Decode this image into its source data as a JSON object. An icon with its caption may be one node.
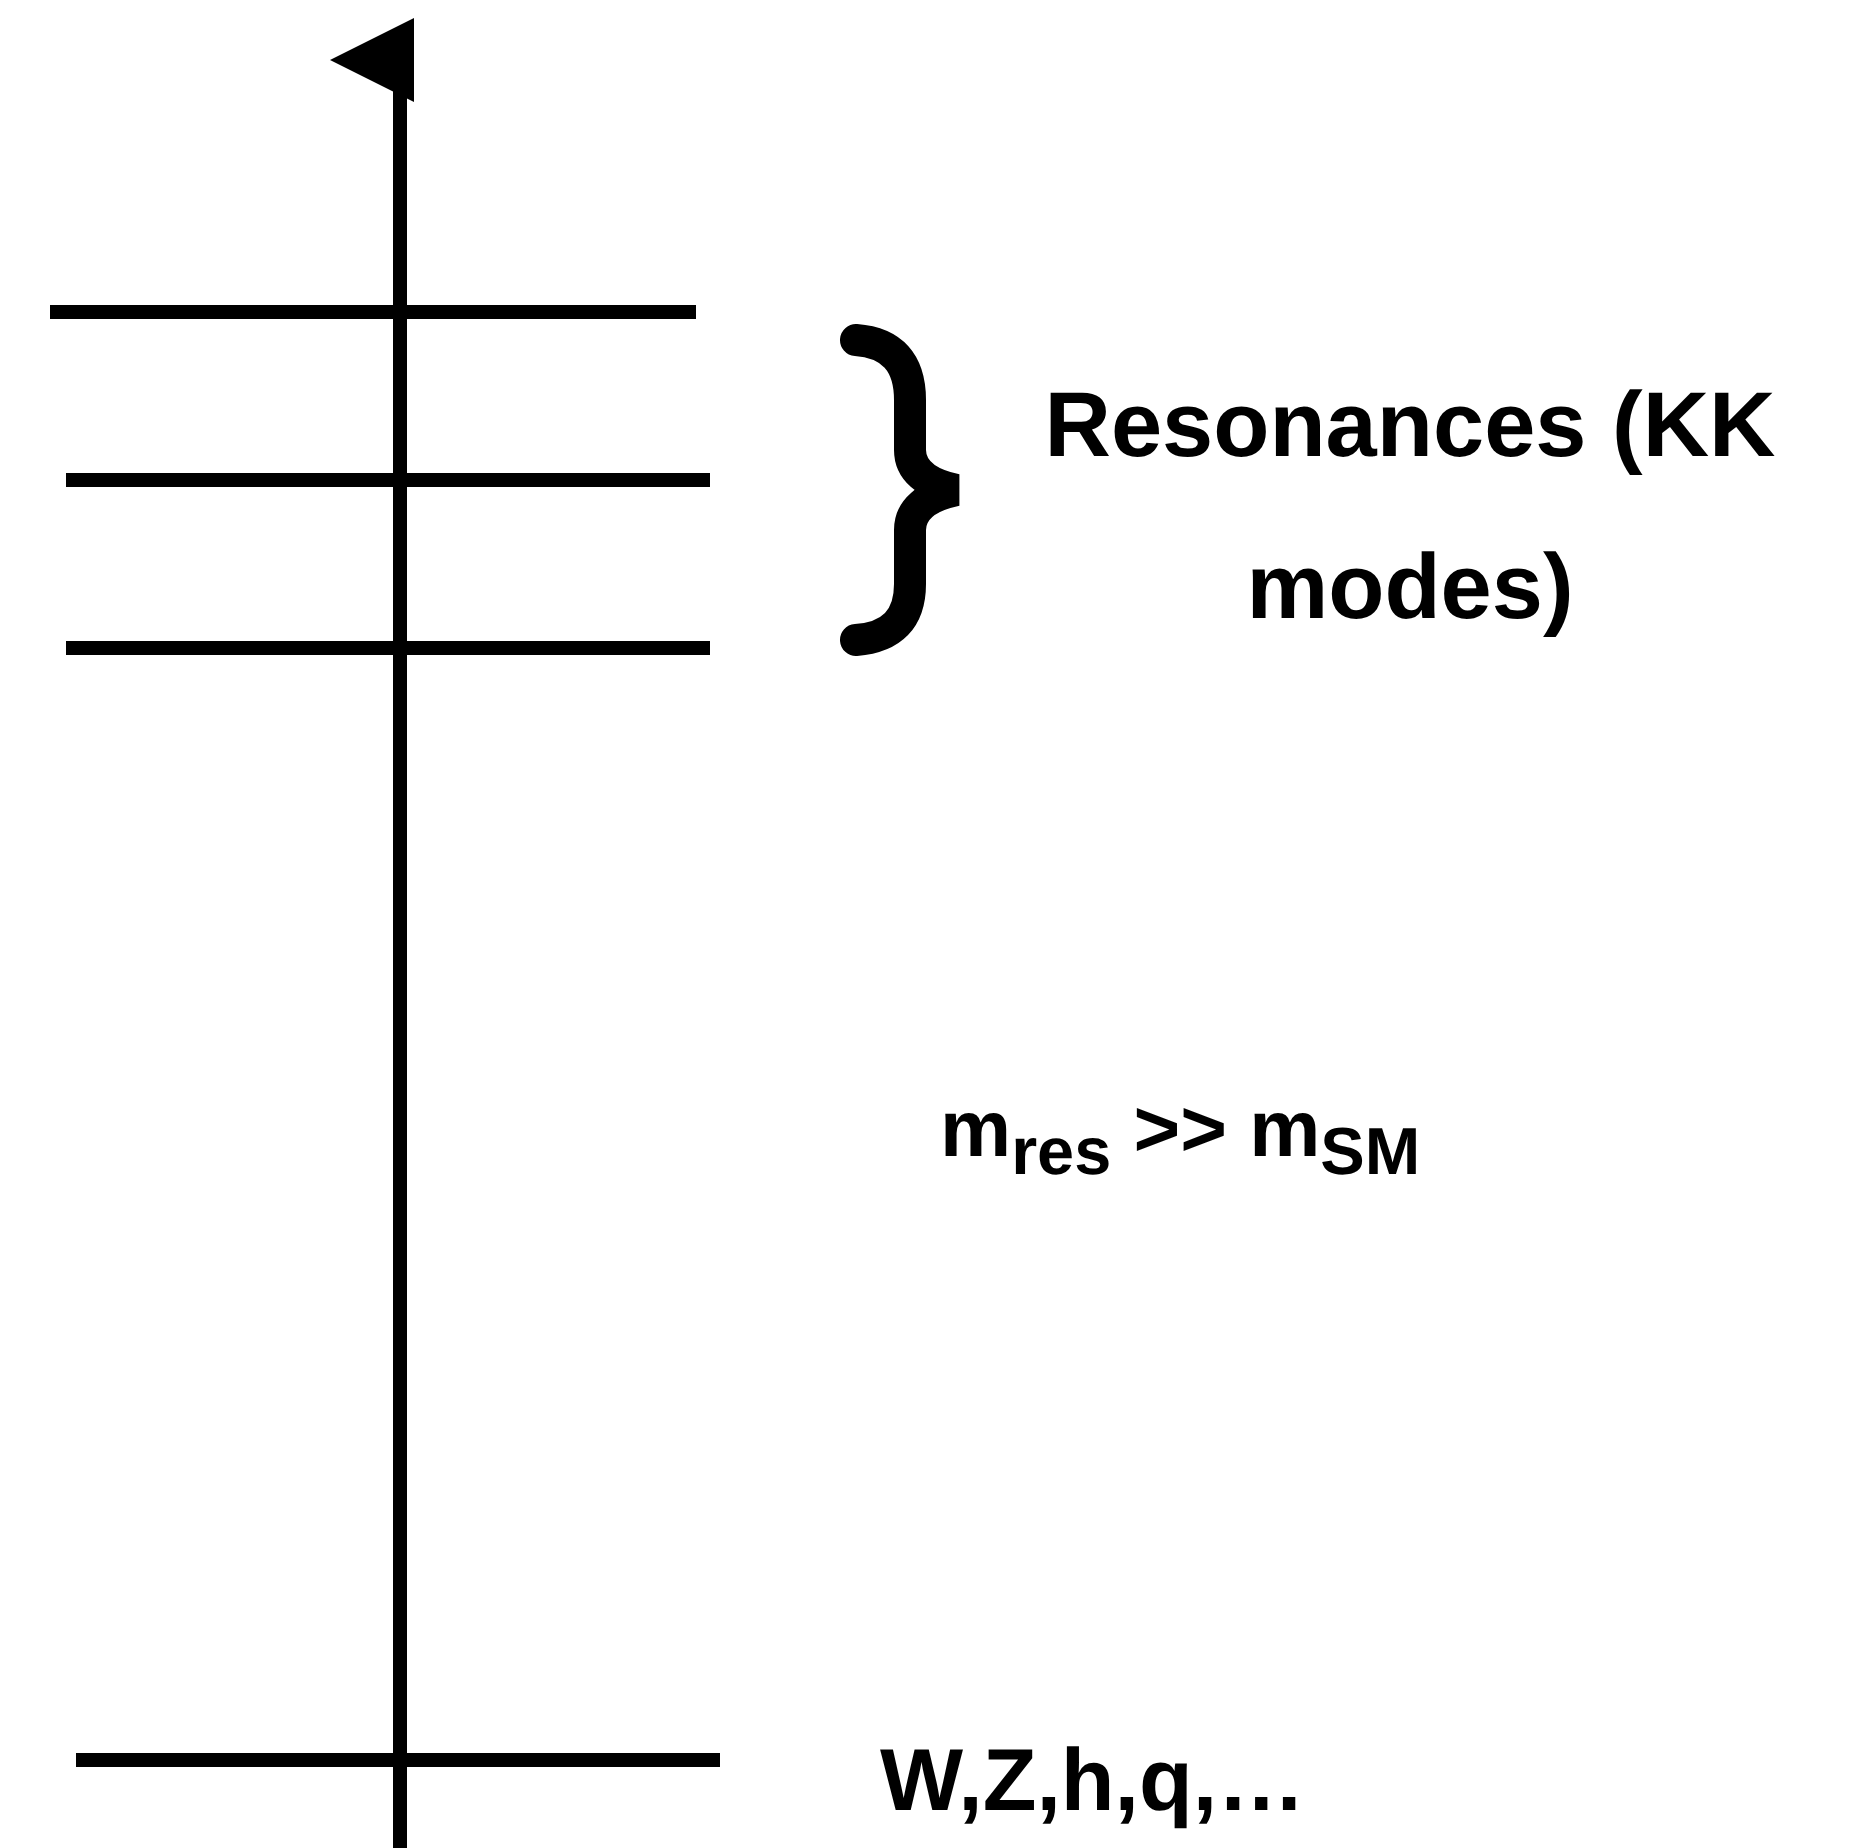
{
  "diagram": {
    "labels": [
      "Resonances (KK modes)",
      "m$_{res}$ >> m$_{SM}$",
      "W,Z,h,q,…"
    ]
  }
}
